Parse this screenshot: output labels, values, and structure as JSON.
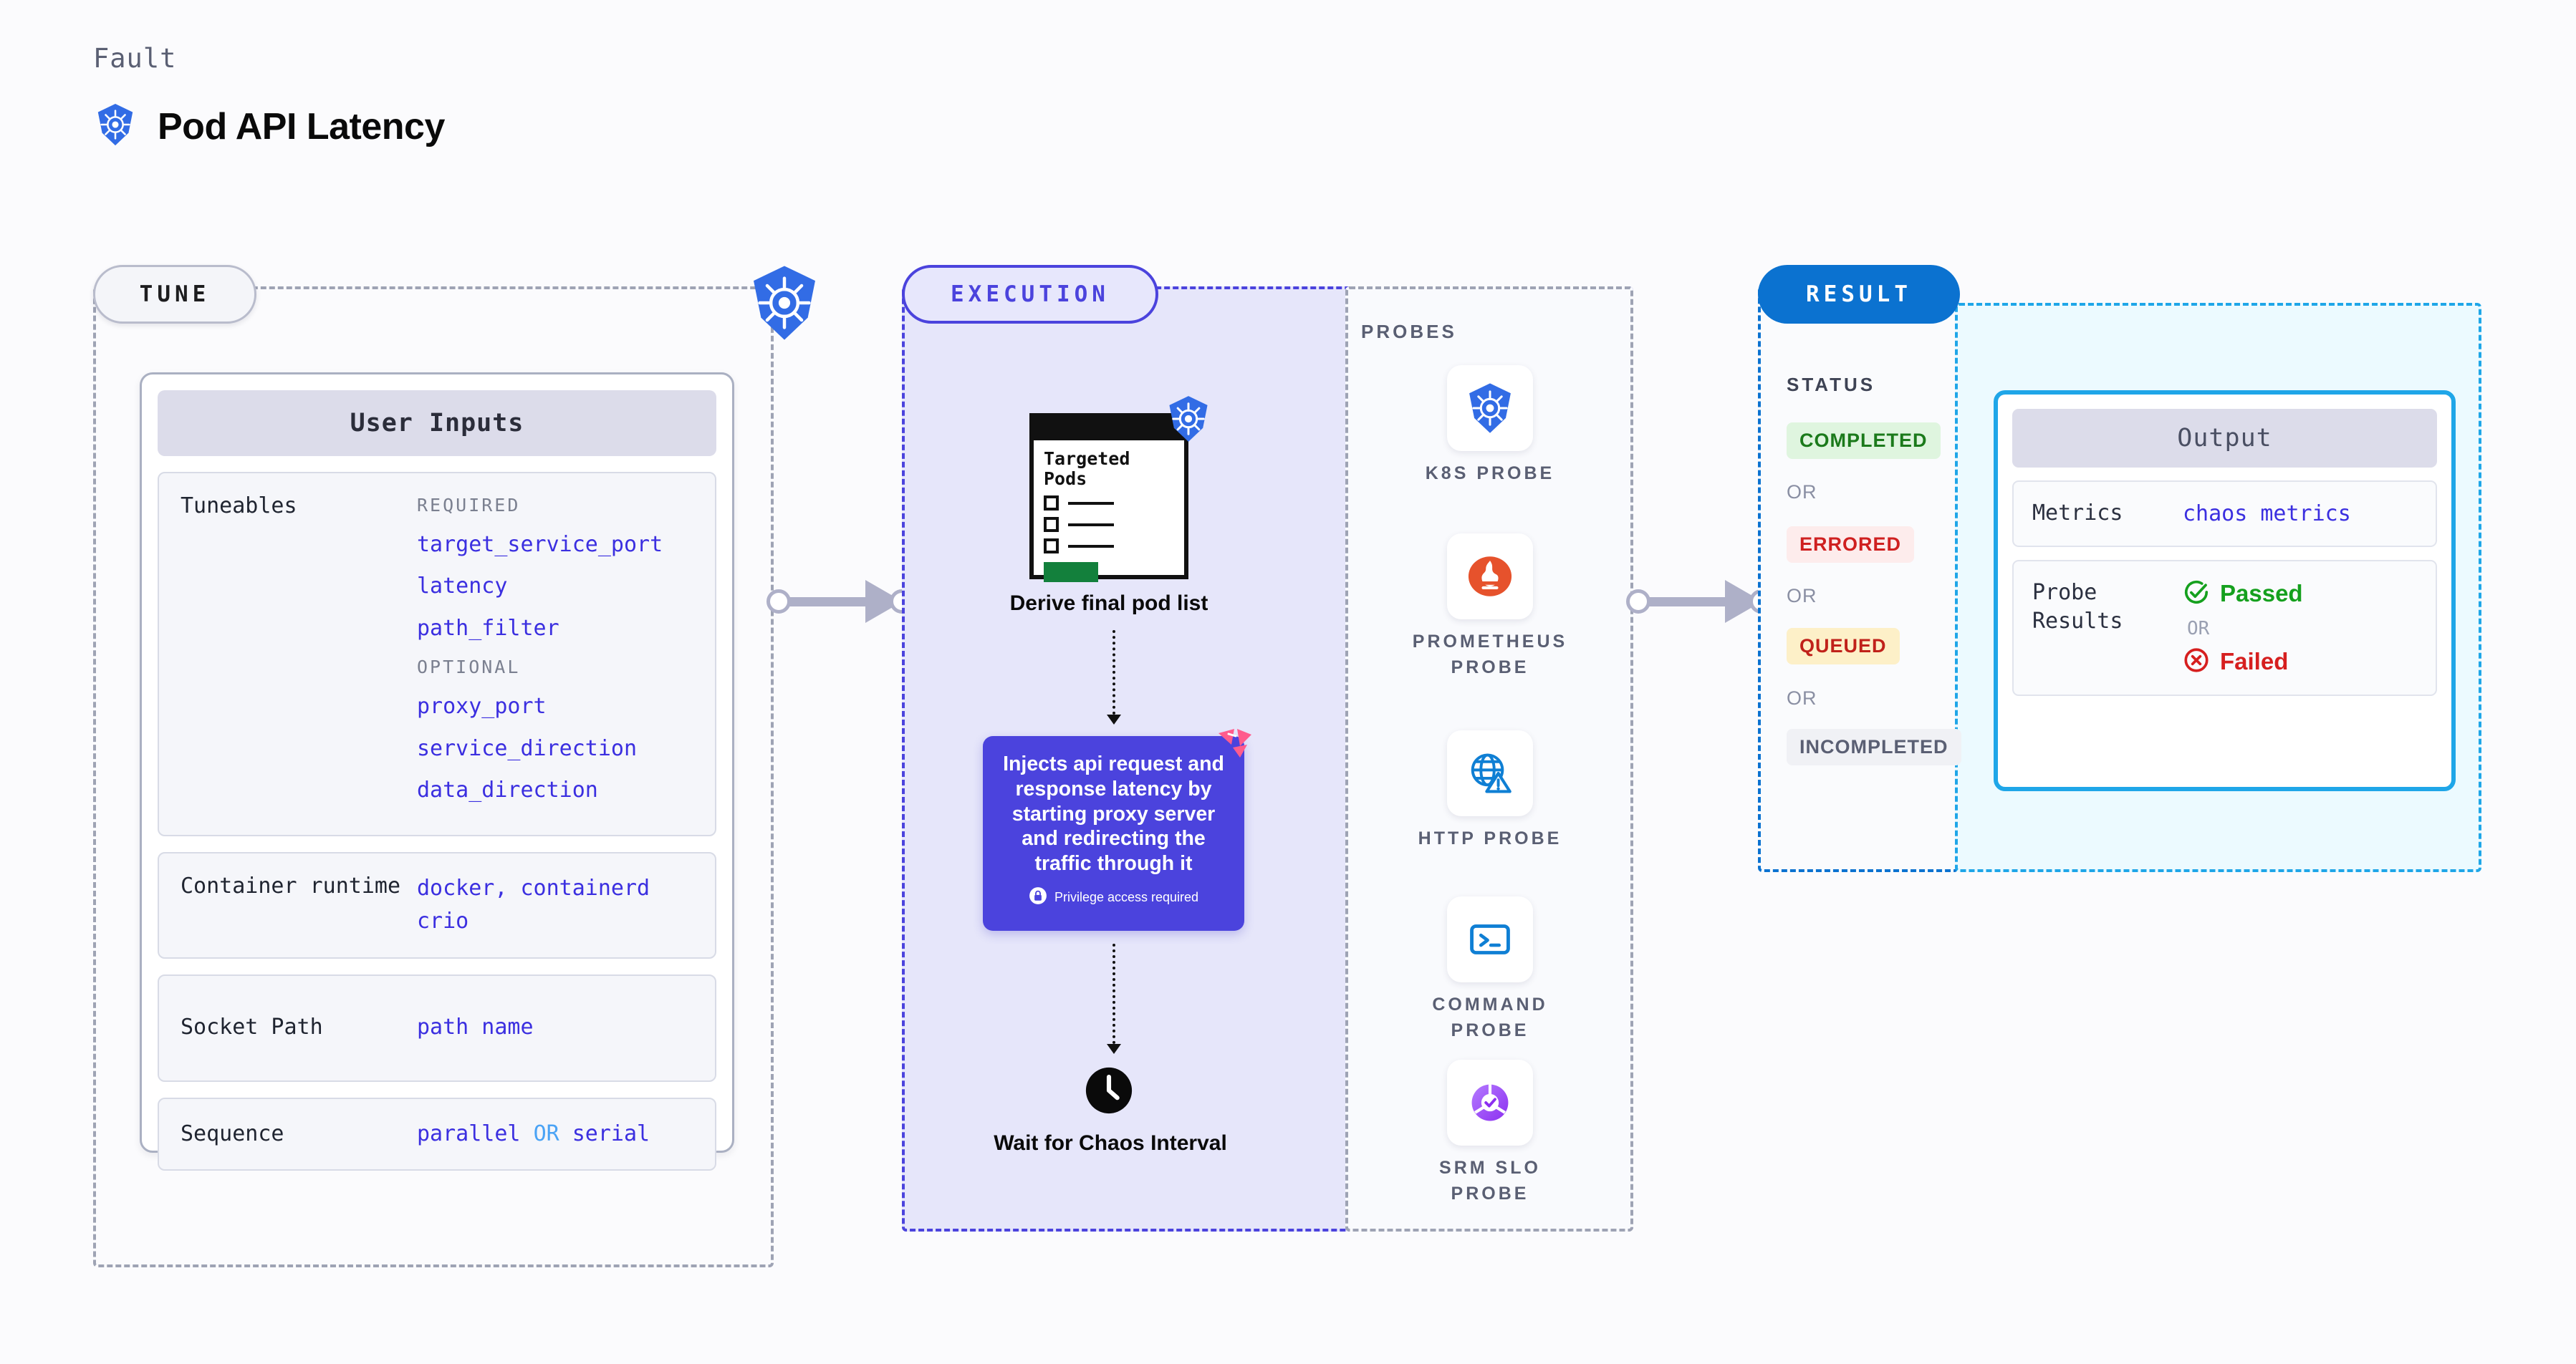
{
  "header": {
    "eyebrow": "Fault",
    "title": "Pod API Latency",
    "icon": "kubernetes-icon"
  },
  "colors": {
    "accent_purple": "#4b43dd",
    "accent_blue": "#0b72d0",
    "accent_cyan": "#1fa6e8",
    "value_blue": "#3b2fe0",
    "muted_gray": "#5a5f73",
    "exec_bg": "#e6e6fa",
    "output_bg": "#ecfaff",
    "kubernetes_blue": "#326ce5",
    "prometheus_orange": "#e6522c",
    "litmus_pink": "#ff5c8d",
    "green": "#15a01e",
    "red": "#d61f1f"
  },
  "tune": {
    "pill_label": "TUNE",
    "card": {
      "header": "User Inputs",
      "rows": [
        {
          "key": "Tuneables",
          "groups": [
            {
              "label": "REQUIRED",
              "items": [
                "target_service_port",
                "latency",
                "path_filter"
              ]
            },
            {
              "label": "OPTIONAL",
              "items": [
                "proxy_port",
                "service_direction",
                "data_direction"
              ]
            }
          ]
        },
        {
          "key": "Container runtime",
          "values": [
            "docker",
            "containerd",
            "crio"
          ],
          "separator": ","
        },
        {
          "key": "Socket Path",
          "value": "path name"
        },
        {
          "key": "Sequence",
          "value_a": "parallel",
          "joiner": "OR",
          "value_b": "serial"
        }
      ]
    }
  },
  "execution": {
    "pill_label": "EXECUTION",
    "targeted_pods": {
      "title": "Targeted Pods",
      "icon": "kubernetes-icon",
      "checkbox_count": 3
    },
    "derive_label": "Derive final pod list",
    "inject_card": {
      "text": "Injects api request and response latency by starting proxy server and redirecting the traffic through it",
      "privilege_note": "Privilege access required",
      "privilege_icon": "lock-icon",
      "corner_badge": "litmus-icon"
    },
    "wait": {
      "icon": "clock-icon",
      "label": "Wait for Chaos Interval"
    }
  },
  "probes": {
    "title": "PROBES",
    "items": [
      {
        "label": "K8S PROBE",
        "icon": "kubernetes-icon"
      },
      {
        "label": "PROMETHEUS PROBE",
        "icon": "prometheus-icon"
      },
      {
        "label": "HTTP PROBE",
        "icon": "globe-warning-icon"
      },
      {
        "label": "COMMAND PROBE",
        "icon": "terminal-icon"
      },
      {
        "label": "SRM SLO PROBE",
        "icon": "slo-donut-icon"
      }
    ]
  },
  "result": {
    "pill_label": "RESULT",
    "status_title": "STATUS",
    "or_label": "OR",
    "statuses": [
      {
        "label": "COMPLETED",
        "bg": "#dff5df",
        "fg": "#1b7a1b"
      },
      {
        "label": "ERRORED",
        "bg": "#fdecec",
        "fg": "#cf2020"
      },
      {
        "label": "QUEUED",
        "bg": "#fdf0c8",
        "fg": "#c0211a"
      },
      {
        "label": "INCOMPLETED",
        "bg": "#f0f1f5",
        "fg": "#5a5f73"
      }
    ]
  },
  "output": {
    "header": "Output",
    "metrics": {
      "key": "Metrics",
      "value": "chaos metrics"
    },
    "probe_results": {
      "key": "Probe Results",
      "passed": "Passed",
      "or_label": "OR",
      "failed": "Failed",
      "passed_icon": "check-circle-icon",
      "failed_icon": "x-circle-icon"
    }
  }
}
